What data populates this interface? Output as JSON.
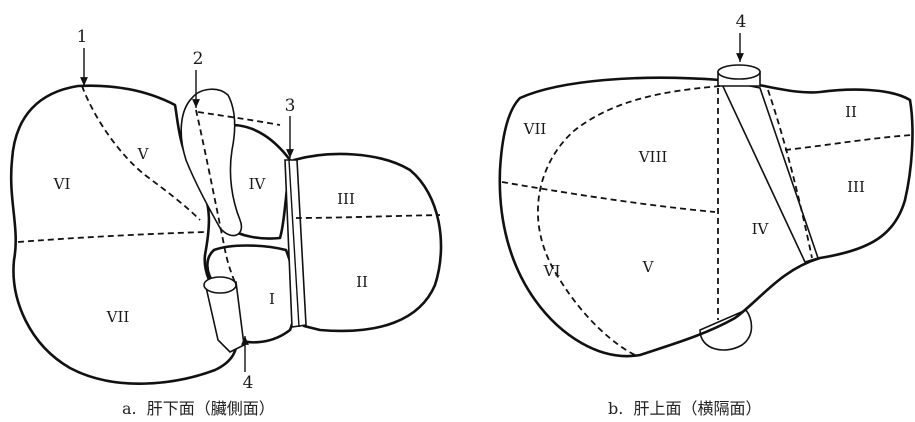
{
  "colors": {
    "liver": "#cf6a2b",
    "outline": "#111111",
    "background": "#ffffff"
  },
  "figure_a": {
    "caption": "a.  肝下面（臟側面）",
    "segments": {
      "s1": "I",
      "s2": "II",
      "s3": "III",
      "s4": "IV",
      "s5": "V",
      "s6": "VI",
      "s7": "VII"
    },
    "pointers": {
      "p1": "1",
      "p2": "2",
      "p3": "3",
      "p4": "4"
    }
  },
  "figure_b": {
    "caption": "b.  肝上面（横隔面）",
    "segments": {
      "s2": "II",
      "s3": "III",
      "s4": "IV",
      "s5": "V",
      "s6": "VI",
      "s7": "VII",
      "s8": "VIII"
    },
    "pointers": {
      "p4": "4"
    }
  }
}
